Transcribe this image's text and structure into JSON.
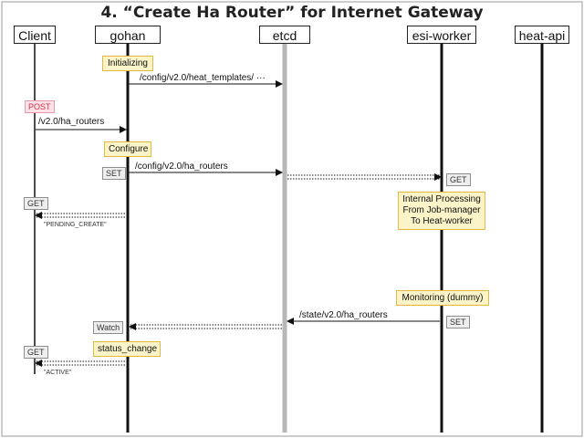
{
  "title": "4. “Create Ha Router” for Internet Gateway",
  "actors": {
    "client": "Client",
    "gohan": "gohan",
    "etcd": "etcd",
    "esi_worker": "esi-worker",
    "heat_api": "heat-api"
  },
  "notes": {
    "initializing": "Initializing",
    "configure": "Configure",
    "internal_processing_l1": "Internal Processing",
    "internal_processing_l2": "From Job-manager",
    "internal_processing_l3": "To Heat-worker",
    "monitoring": "Monitoring (dummy)",
    "status_change": "status_change"
  },
  "tags": {
    "post": "POST",
    "set1": "SET",
    "get_worker": "GET",
    "get_client1": "GET",
    "set2": "SET",
    "watch": "Watch",
    "get_client2": "GET"
  },
  "messages": {
    "heat_templates": "/config/v2.0/heat_templates/ ···",
    "post_ha_routers": "/v2.0/ha_routers",
    "config_ha_routers": "/config/v2.0/ha_routers",
    "pending_create": "\"PENDING_CREATE\"",
    "state_ha_routers": "/state/v2.0/ha_routers",
    "active": "\"ACTIVE\""
  }
}
